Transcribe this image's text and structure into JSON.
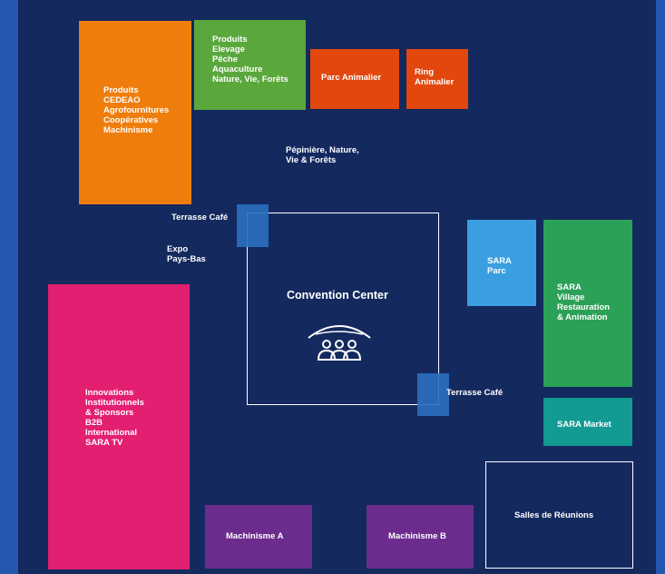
{
  "colors": {
    "background": "#14295e",
    "frame": "#2556b0",
    "orange": "#ef7d0c",
    "green": "#5aa83c",
    "red_orange": "#e2470e",
    "magenta": "#e31f72",
    "light_blue": "#3a9fe0",
    "dark_green": "#2aa157",
    "teal": "#129a93",
    "purple": "#6b2c8e",
    "cafe_blue": "#2a6fc0",
    "outline": "#ffffff"
  },
  "zones": {
    "produits_cedeao": "Produits\nCEDEAO\nAgrofournitures\nCoopératives\nMachinisme",
    "produits_elevage": "Produits\nElevage\nPêche\nAquaculture\nNature, Vie, Forêts",
    "parc_animalier": "Parc Animalier",
    "ring_animalier": "Ring\nAnimalier",
    "innovations": "Innovations\nInstitutionnels\n& Sponsors\nB2B\nInternational\nSARA TV",
    "sara_parc": "SARA\nParc",
    "sara_village": "SARA\nVillage\nRestauration\n& Animation",
    "sara_market": "SARA Market",
    "machinisme_a": "Machinisme A",
    "machinisme_b": "Machinisme B",
    "salles_reunions": "Salles de Réunions"
  },
  "labels": {
    "pepiniere": "Pépinière, Nature,\nVie & Forêts",
    "terrasse_cafe_1": "Terrasse Café",
    "terrasse_cafe_2": "Terrasse Café",
    "expo_pays_bas": "Expo\nPays-Bas",
    "convention_center": "Convention Center"
  },
  "icons": {
    "convention": "convention-center-icon"
  }
}
